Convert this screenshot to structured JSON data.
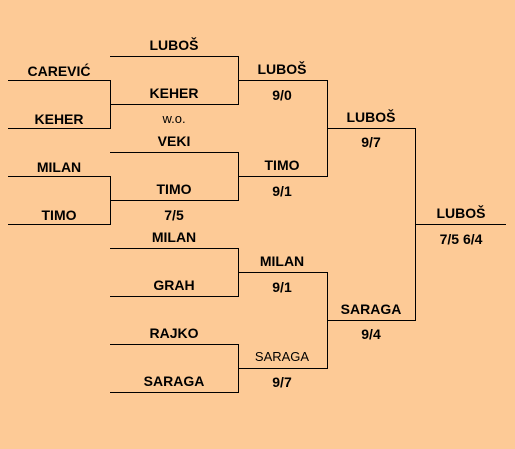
{
  "round0": {
    "p1": "CAREVIĆ",
    "p2": "KEHER",
    "p3": "MILAN",
    "p4": "TIMO"
  },
  "round1": {
    "p1": "LUBOŠ",
    "p2": "KEHER",
    "p2_score": "w.o.",
    "p3": "VEKI",
    "p4": "TIMO",
    "p4_score": "7/5",
    "p5": "MILAN",
    "p6": "GRAH",
    "p7": "RAJKO",
    "p8": "SARAGA"
  },
  "round2": {
    "w1": "LUBOŠ",
    "w1_score": "9/0",
    "w2": "TIMO",
    "w2_score": "9/1",
    "w3": "MILAN",
    "w3_score": "9/1",
    "w4": "SARAGA",
    "w4_score": "9/7"
  },
  "round3": {
    "w1": "LUBOŠ",
    "w1_score": "9/7",
    "w2": "SARAGA",
    "w2_score": "9/4"
  },
  "final": {
    "winner": "LUBOŠ",
    "score": "7/5 6/4"
  }
}
